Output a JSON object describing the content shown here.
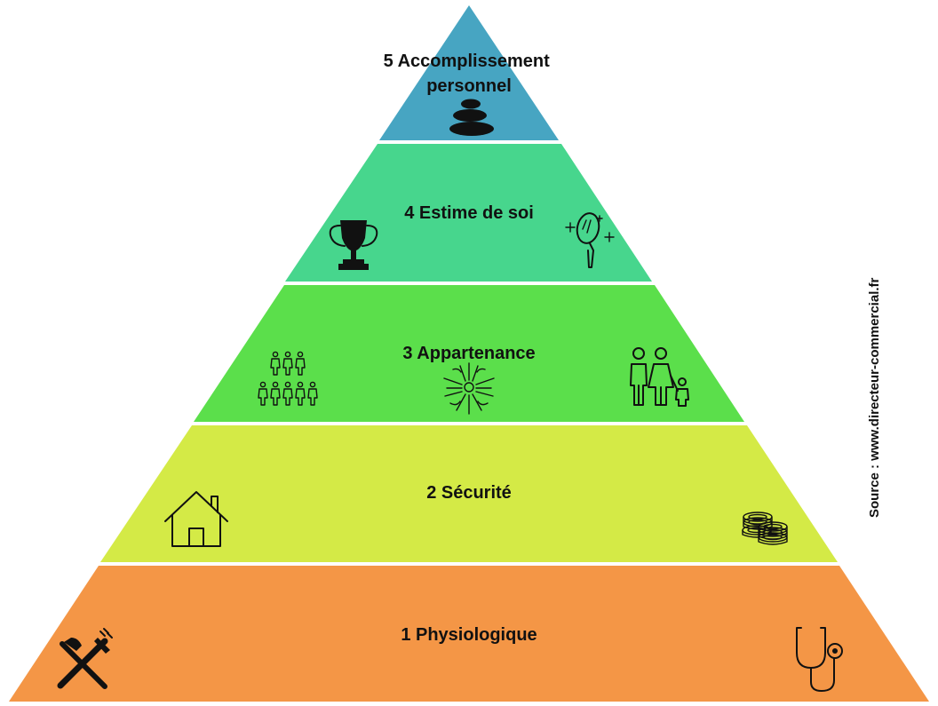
{
  "pyramid": {
    "tiers": [
      {
        "label_lines": [
          "5 Accomplissement",
          "personnel"
        ],
        "color": "#47A5C2",
        "icons": [
          "stacked-stones-icon"
        ]
      },
      {
        "label_lines": [
          "4 Estime de soi"
        ],
        "color": "#47D68D",
        "icons": [
          "trophy-icon",
          "mirror-icon"
        ]
      },
      {
        "label_lines": [
          "3 Appartenance"
        ],
        "color": "#5BDF4B",
        "icons": [
          "group-people-icon",
          "hands-circle-icon",
          "family-icon"
        ]
      },
      {
        "label_lines": [
          "2 Sécurité"
        ],
        "color": "#D4EA46",
        "icons": [
          "house-icon",
          "coins-icon"
        ]
      },
      {
        "label_lines": [
          "1 Physiologique"
        ],
        "color": "#F49646",
        "icons": [
          "fork-knife-icon",
          "stethoscope-icon"
        ]
      }
    ]
  },
  "source": "Source : www.directeur-commercial.fr"
}
